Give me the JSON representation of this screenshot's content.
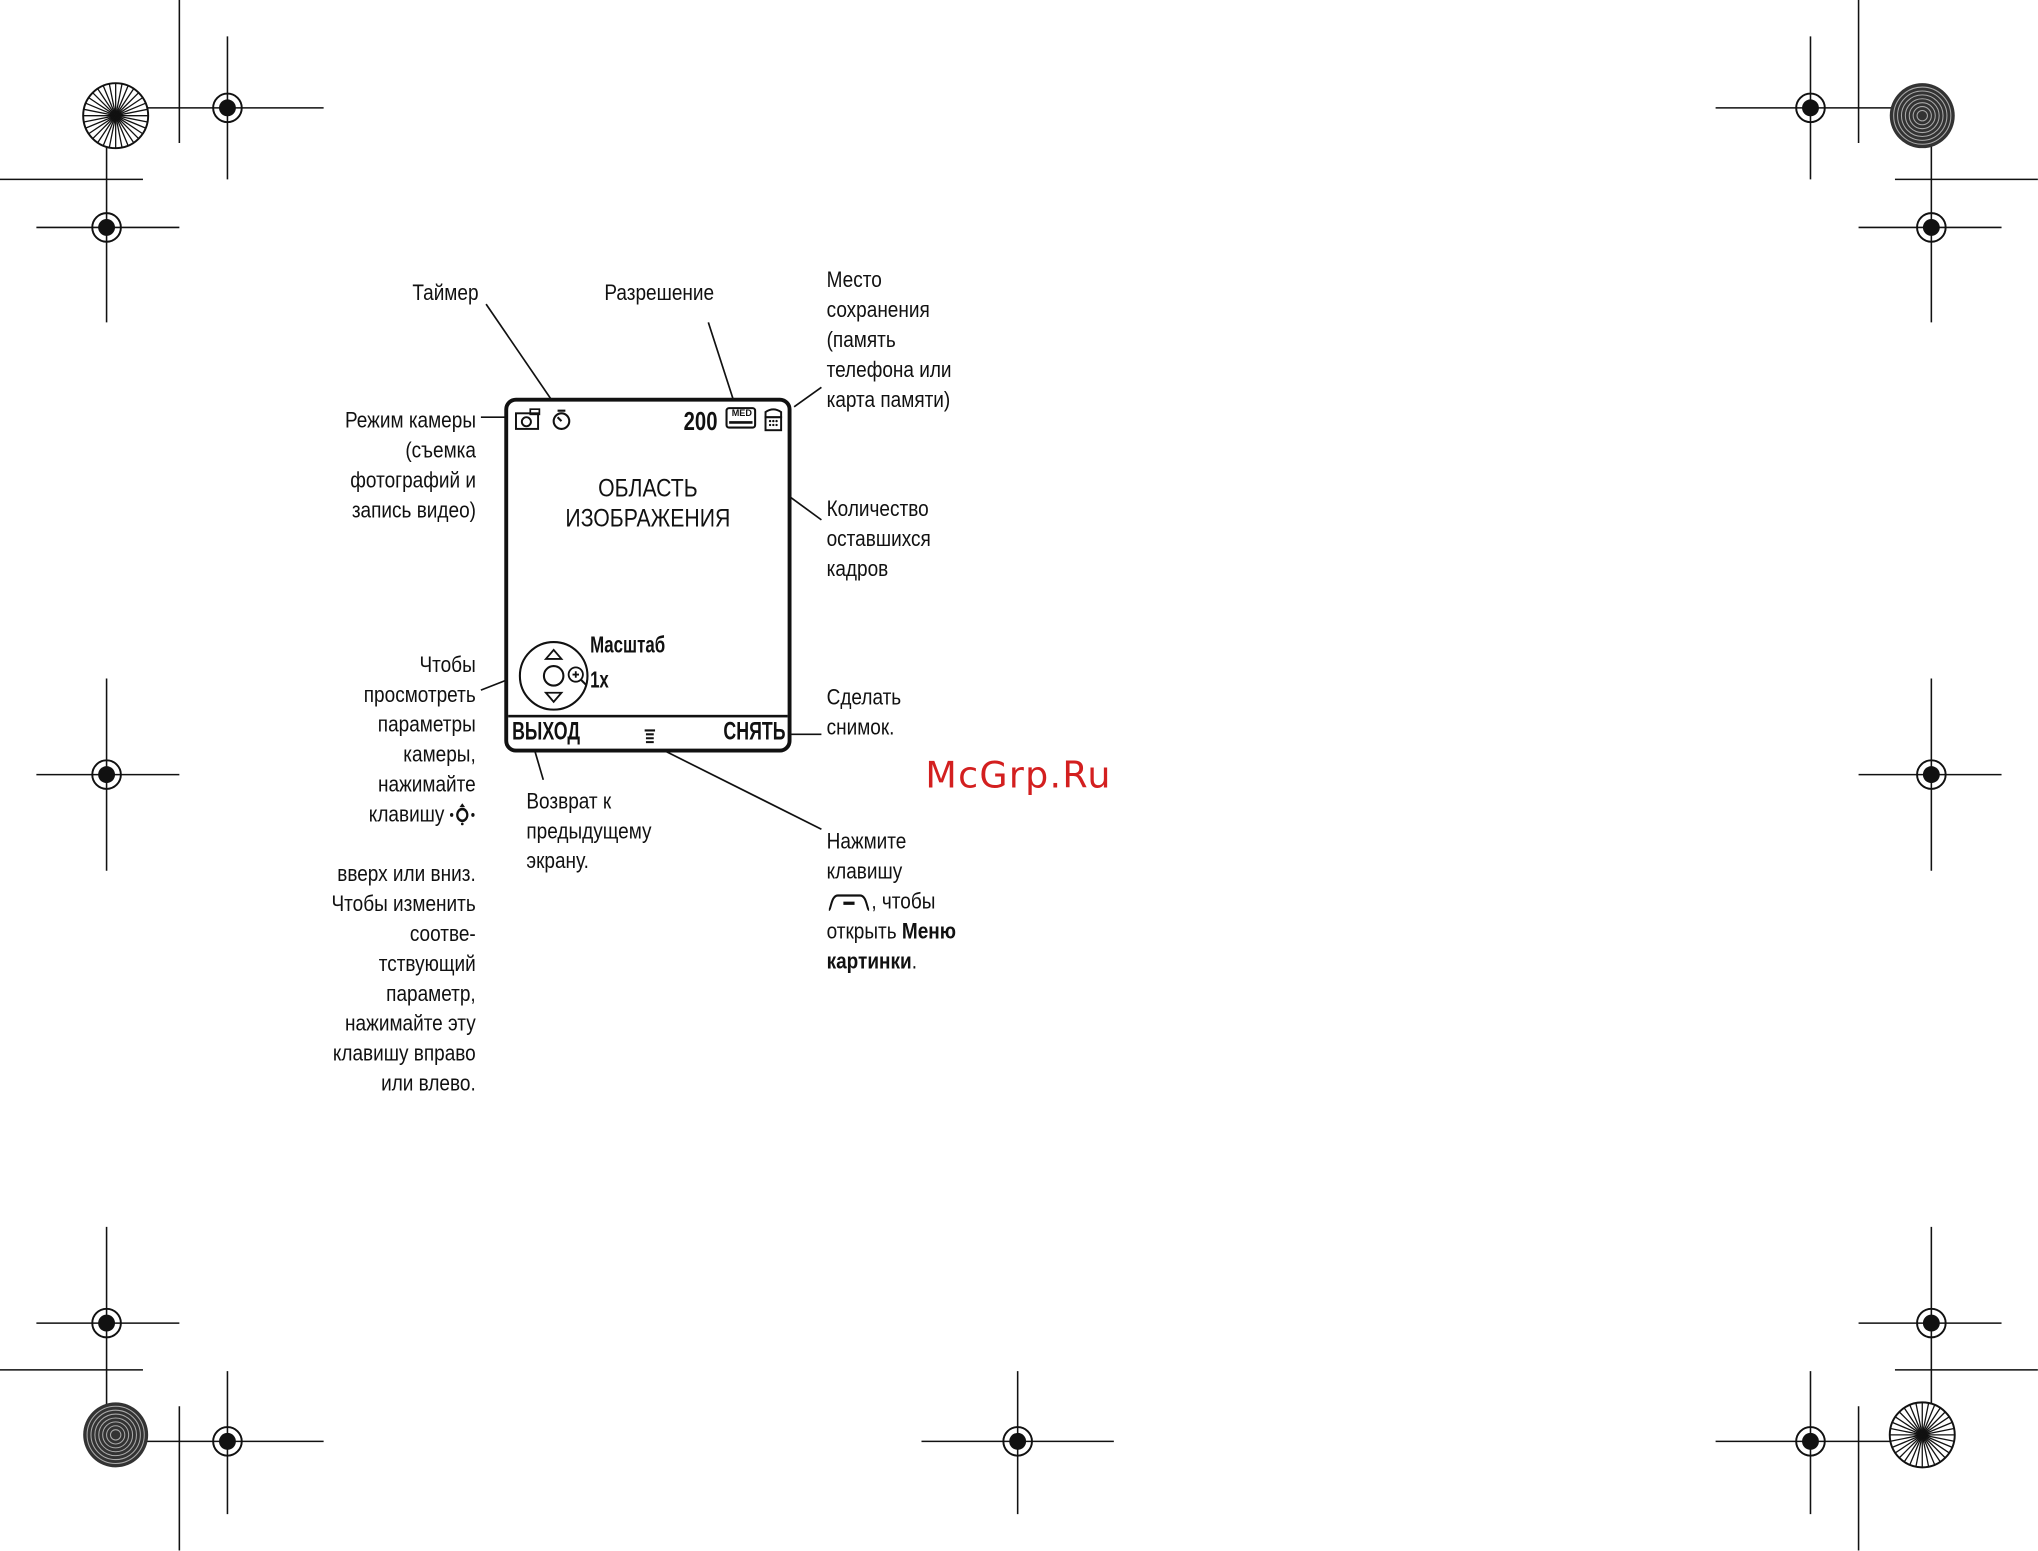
{
  "screen": {
    "frames_left": "200",
    "resolution_badge": "MED",
    "image_area_line1": "ОБЛАСТЬ",
    "image_area_line2": "ИЗОБРАЖЕНИЯ",
    "zoom_label": "Масштаб",
    "zoom_value": "1x",
    "softkey_left": "ВЫХОД",
    "softkey_right": "СНЯТЬ",
    "icons": [
      "camera-icon",
      "timer-icon",
      "resolution-icon",
      "phone-memory-icon",
      "nav-key-icon",
      "menu-icon"
    ]
  },
  "callouts": {
    "timer": "Таймер",
    "resolution": "Разрешение",
    "storage": "Место\nсохранения\n(память\nтелефона или\nкарта памяти)",
    "camera_mode": "Режим камеры\n(съемка\nфотографий и\nзапись видео)",
    "frames_remaining": "Количество\nоставшихся\nкадров",
    "nav_part1": "Чтобы\nпросмотреть\nпараметры\nкамеры,\nнажимайте\nклавишу",
    "nav_part2": "вверх или вниз.\nЧтобы изменить\nсоотве-\nтствующий\nпараметр,\nнажимайте эту\nклавишу вправо\nили влево.",
    "take_photo": "Сделать\nснимок.",
    "back": "Возврат к\nпредыдущему\nэкрану.",
    "menu_line1": "Нажмите",
    "menu_line2": "клавишу",
    "menu_after_key": ", чтобы",
    "menu_line4_prefix": "открыть ",
    "menu_line4_bold": "Меню",
    "menu_line5_bold": "картинки",
    "menu_line5_suffix": "."
  },
  "watermark": "McGrp.Ru"
}
